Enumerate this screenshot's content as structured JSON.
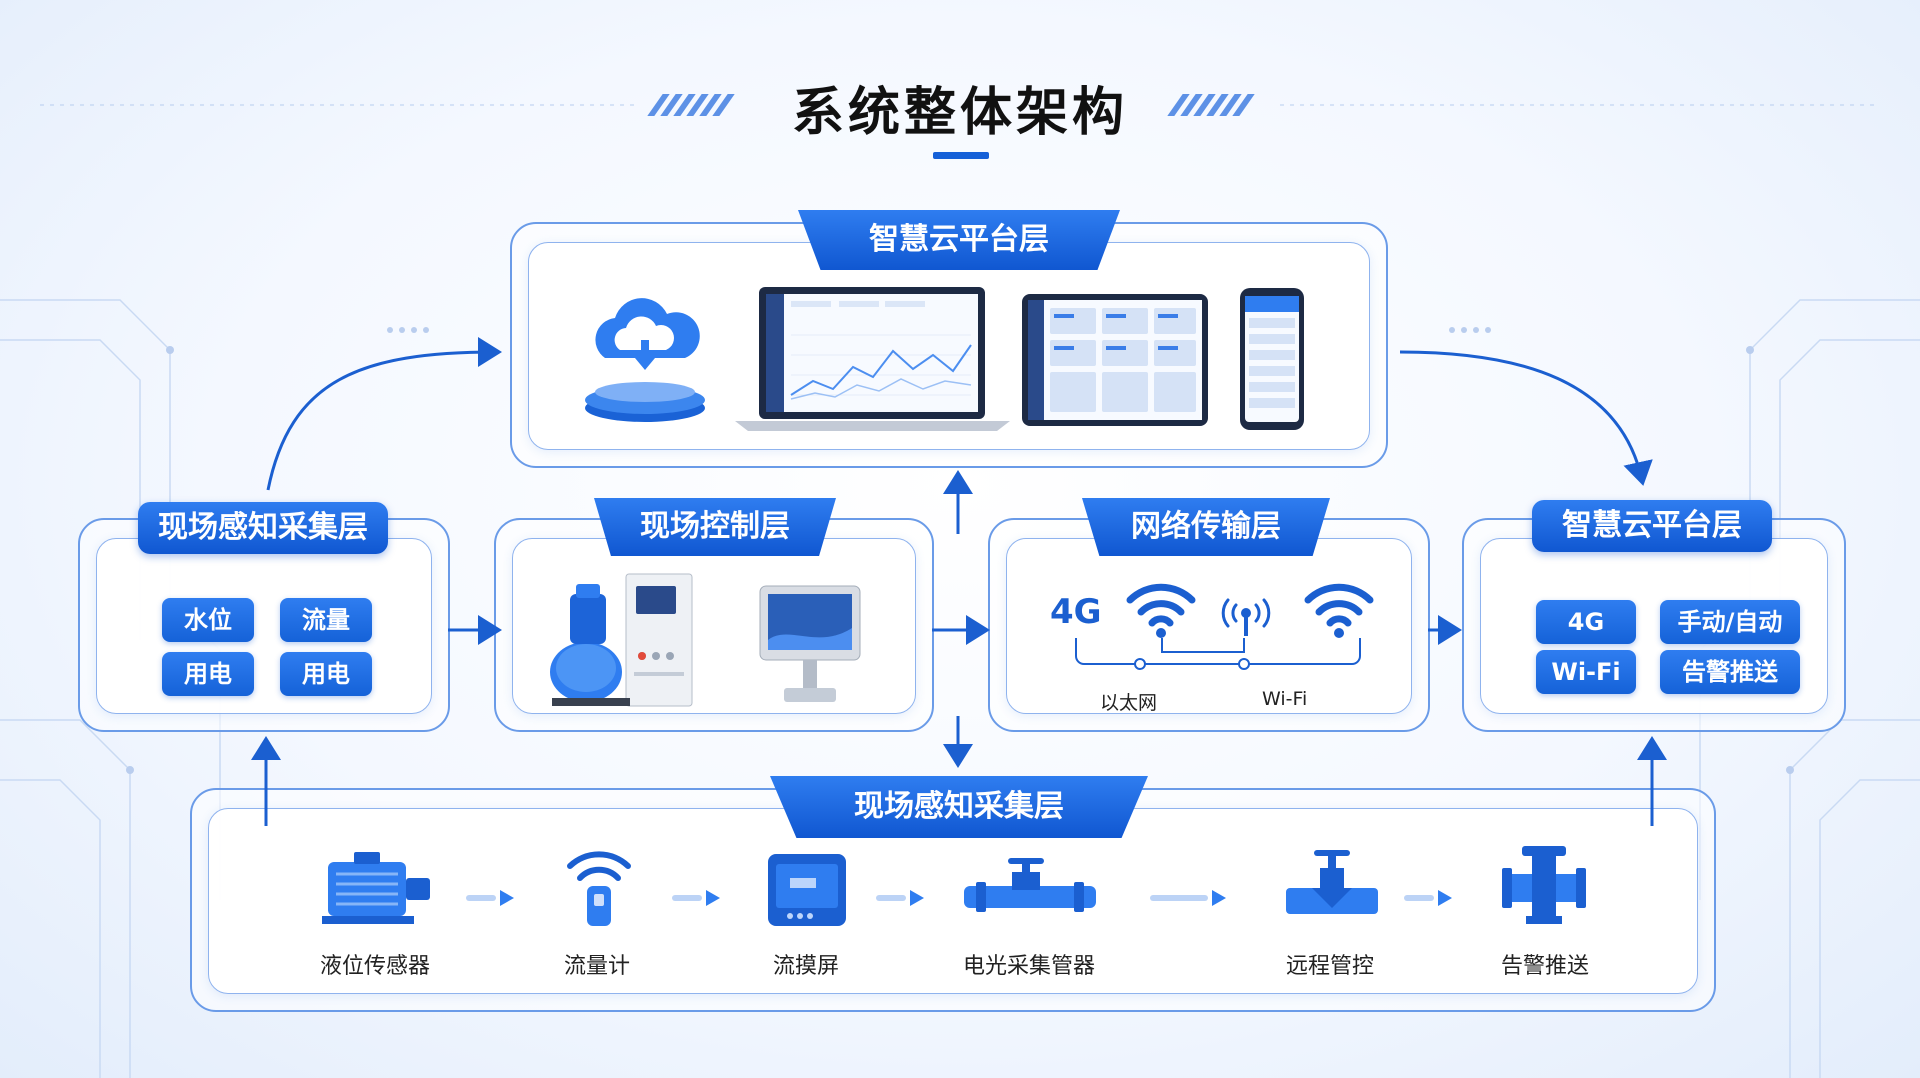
{
  "title": "系统整体架构",
  "layers": {
    "cloud_top": {
      "title": "智慧云平台层"
    },
    "sensing": {
      "title": "现场感知采集层",
      "chips": [
        "水位",
        "流量",
        "用电",
        "用电"
      ]
    },
    "control": {
      "title": "现场控制层"
    },
    "network": {
      "title": "网络传输层",
      "badge": "4G",
      "labels": [
        "以太网",
        "Wi-Fi"
      ]
    },
    "cloud_right": {
      "title": "智慧云平台层",
      "chips": [
        "4G",
        "手动/自动",
        "Wi-Fi",
        "告警推送"
      ]
    },
    "bottom": {
      "title": "现场感知采集层",
      "devices": [
        "液位传感器",
        "流量计",
        "流摸屏",
        "电光采集管器",
        "远程管控",
        "告警推送"
      ]
    }
  },
  "colors": {
    "accent": "#1560d8",
    "accent_light": "#2f7df0",
    "line": "#6a9be8"
  },
  "icons": [
    "cloud-server-icon",
    "laptop-dashboard-icon",
    "tablet-dashboard-icon",
    "phone-app-icon",
    "pump-unit-icon",
    "control-cabinet-icon",
    "touch-panel-icon",
    "wifi-icon",
    "antenna-icon",
    "motor-icon",
    "flowmeter-icon",
    "touchscreen-icon",
    "pipe-valve-icon",
    "gate-valve-icon",
    "alarm-valve-icon"
  ]
}
